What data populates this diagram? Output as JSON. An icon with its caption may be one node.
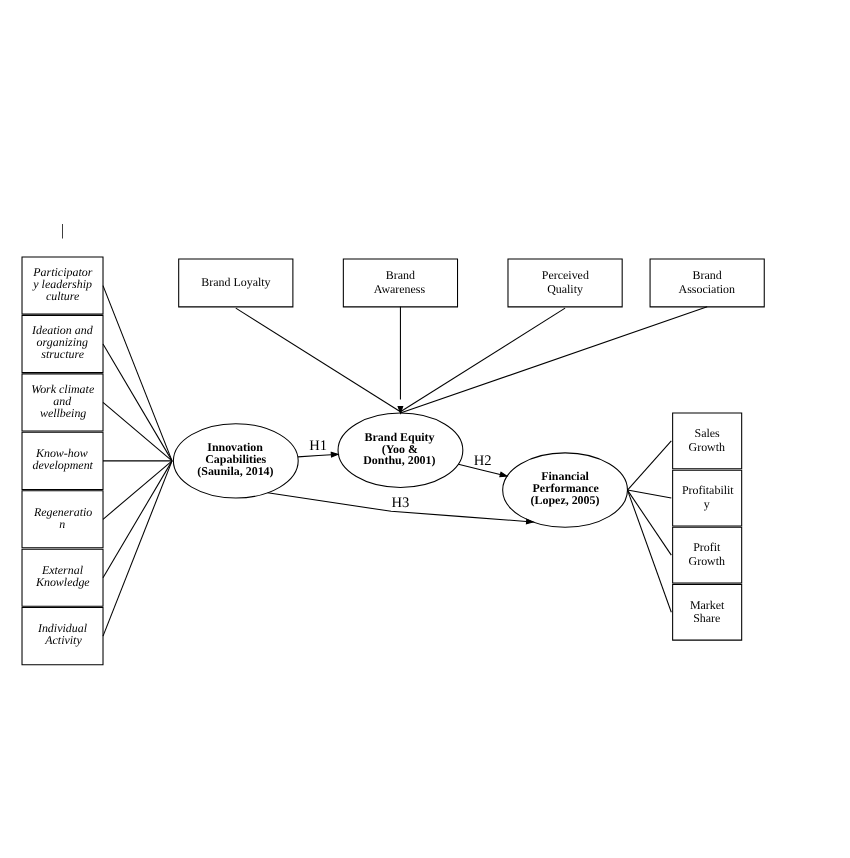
{
  "diagram": {
    "nodes": [
      {
        "text": [
          "Brand Loyalty"
        ]
      },
      {
        "text": [
          "Brand Awareness"
        ]
      },
      {
        "text": [
          "Perceived Quality"
        ]
      },
      {
        "text": [
          "Brand Association"
        ]
      },
      {
        "text": [
          "Brand Equity",
          "(Yoo & Donthu, 2001)"
        ]
      },
      {
        "text": [
          "Participator y leadership culture"
        ]
      },
      {
        "text": [
          "Ideation and organizing structure"
        ]
      },
      {
        "text": [
          "Work climate and wellbeing"
        ]
      },
      {
        "text": [
          "Know-how development"
        ]
      },
      {
        "text": [
          "Regeneratio n"
        ]
      },
      {
        "text": [
          "External Knowledge"
        ]
      },
      {
        "text": [
          "Individual Activity"
        ]
      },
      {
        "text": [
          "Innovation Capabilities",
          "(Saunila, 2014)"
        ]
      },
      {
        "text": [
          "Financial Performance",
          "(Lopez, 2005)"
        ]
      },
      {
        "text": [
          "Sales Growth"
        ]
      },
      {
        "text": [
          "Profitabilit y"
        ]
      },
      {
        "text": [
          "Profit Growth"
        ]
      },
      {
        "text": [
          "Market Share"
        ]
      }
    ],
    "edges": [
      {
        "from": 0,
        "to": 4,
        "arrow": "none"
      },
      {
        "from": 1,
        "to": 4,
        "arrow": "none"
      },
      {
        "from": 4,
        "to": 2,
        "arrow": "none"
      },
      {
        "from": 4,
        "to": 3,
        "arrow": "none"
      },
      {
        "from": 5,
        "to": 12,
        "arrow": "none"
      },
      {
        "from": 6,
        "to": 12,
        "arrow": "none"
      },
      {
        "from": 7,
        "to": 12,
        "arrow": "none"
      },
      {
        "from": 8,
        "to": 12,
        "arrow": "none"
      },
      {
        "from": 9,
        "to": 12,
        "arrow": "none"
      },
      {
        "from": 10,
        "to": 12,
        "arrow": "none"
      },
      {
        "from": 11,
        "to": 12,
        "arrow": "none"
      },
      {
        "from": 12,
        "to": 4,
        "arrow": "to",
        "label": "H1"
      },
      {
        "from": 4,
        "to": 13,
        "arrow": "to",
        "label": "H2"
      },
      {
        "from": 12,
        "to": 13,
        "arrow": "to",
        "label": "H3"
      },
      {
        "from": 13,
        "to": 14,
        "arrow": "none"
      },
      {
        "from": 13,
        "to": 15,
        "arrow": "none"
      },
      {
        "from": 13,
        "to": 16,
        "arrow": "none"
      },
      {
        "from": 13,
        "to": 17,
        "arrow": "none"
      }
    ],
    "labels": [
      "|"
    ]
  }
}
